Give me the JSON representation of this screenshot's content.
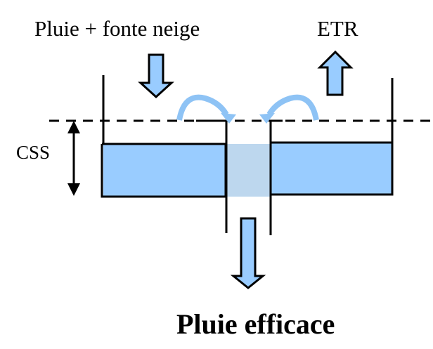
{
  "labels": {
    "inflow": "Pluie + fonte neige",
    "outflow": "ETR",
    "storage": "CSS",
    "output": "Pluie efficace"
  },
  "colors": {
    "water": "#99CCFF",
    "overflow_zone": "#BDD7EE",
    "curved_arrow": "#8EC3F5",
    "stroke": "#000000"
  }
}
